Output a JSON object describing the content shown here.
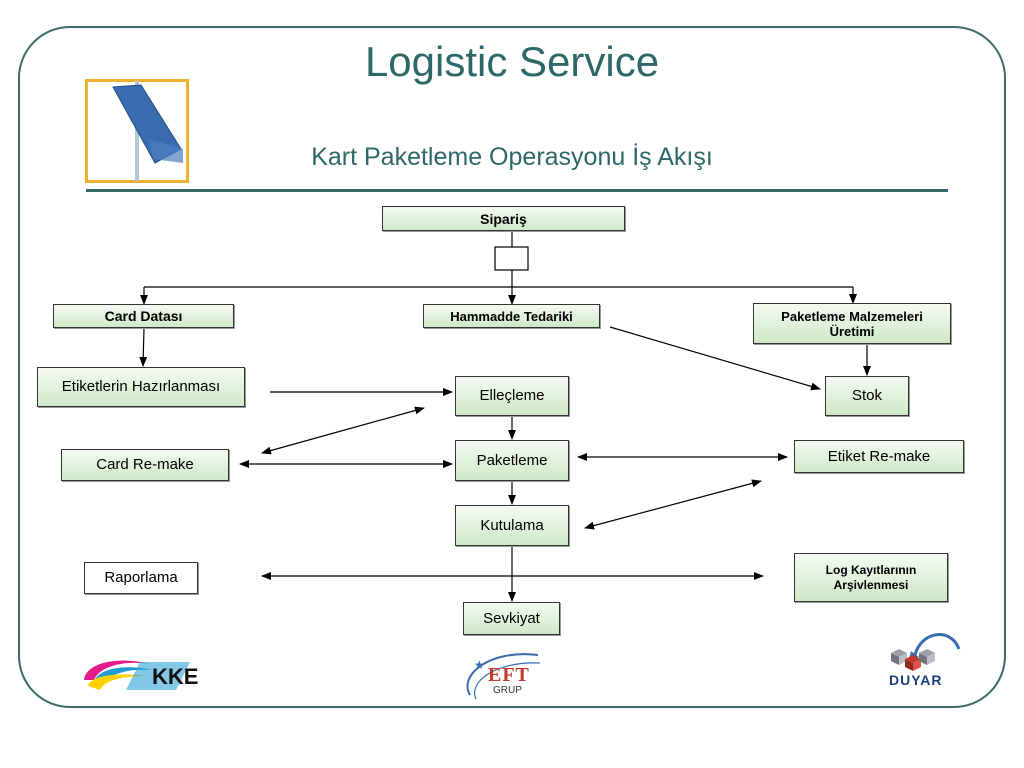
{
  "header": {
    "title": "Logistic Service",
    "subtitle": "Kart Paketleme Operasyonu İş Akışı"
  },
  "nodes": {
    "siparis": "Sipariş",
    "card_datasi": "Card Datası",
    "hammadde": "Hammadde Tedariki",
    "paketleme_malzemeleri": "Paketleme Malzemeleri Üretimi",
    "etiketlerin": "Etiketlerin Hazırlanması",
    "ellecleme": "Elleçleme",
    "stok": "Stok",
    "card_remake": "Card Re-make",
    "paketleme": "Paketleme",
    "etiket_remake": "Etiket Re-make",
    "kutulama": "Kutulama",
    "raporlama": "Raporlama",
    "log_kayit": "Log Kayıtlarının Arşivlenmesi",
    "sevkiyat": "Sevkiyat"
  },
  "logos": {
    "kke": "KKE",
    "eft": "EFT",
    "grup": "GRUP",
    "duyar": "DUYAR"
  },
  "colors": {
    "accent": "#2e6767",
    "node_fill": "#cfe8c8",
    "logo_orange": "#f0b030",
    "logo_blue": "#3a6db0"
  }
}
